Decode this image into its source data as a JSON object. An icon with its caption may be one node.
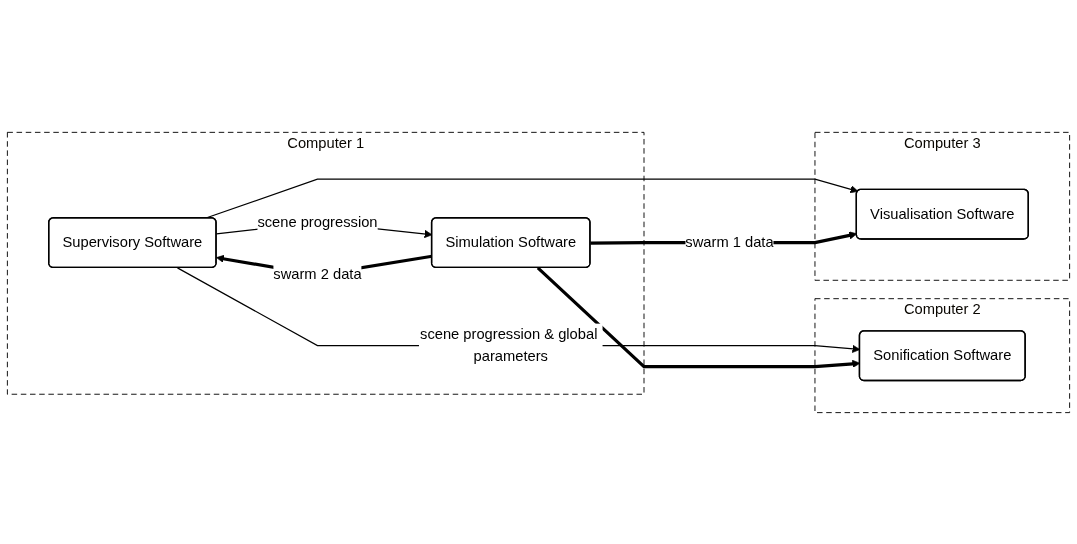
{
  "diagram": {
    "nodes": [
      {
        "text": [
          "Computer 1"
        ]
      },
      {
        "text": [
          "Supervisory Software"
        ],
        "in": 0
      },
      {
        "text": [
          "Simulation Software"
        ],
        "in": 0
      },
      {
        "text": [
          "Computer 2"
        ]
      },
      {
        "text": [
          "Sonification Software"
        ],
        "in": 3
      },
      {
        "text": [
          "Computer 3"
        ]
      },
      {
        "text": [
          "Visualisation Software"
        ],
        "in": 5
      }
    ],
    "edges": [
      {
        "from": 1,
        "to": 2,
        "arrow": "to",
        "label": "scene progression"
      },
      {
        "from": 2,
        "to": 1,
        "arrow": "to",
        "label": "swarm 2 data",
        "style": "thick"
      },
      {
        "from": 1,
        "to": 4,
        "arrow": "to",
        "label": "scene progression & global parameters"
      },
      {
        "from": 1,
        "to": 6,
        "arrow": "to"
      },
      {
        "from": 2,
        "to": 4,
        "arrow": "to",
        "style": "thick"
      },
      {
        "from": 2,
        "to": 6,
        "arrow": "to",
        "label": "swarm 1 data",
        "style": "thick"
      }
    ]
  }
}
